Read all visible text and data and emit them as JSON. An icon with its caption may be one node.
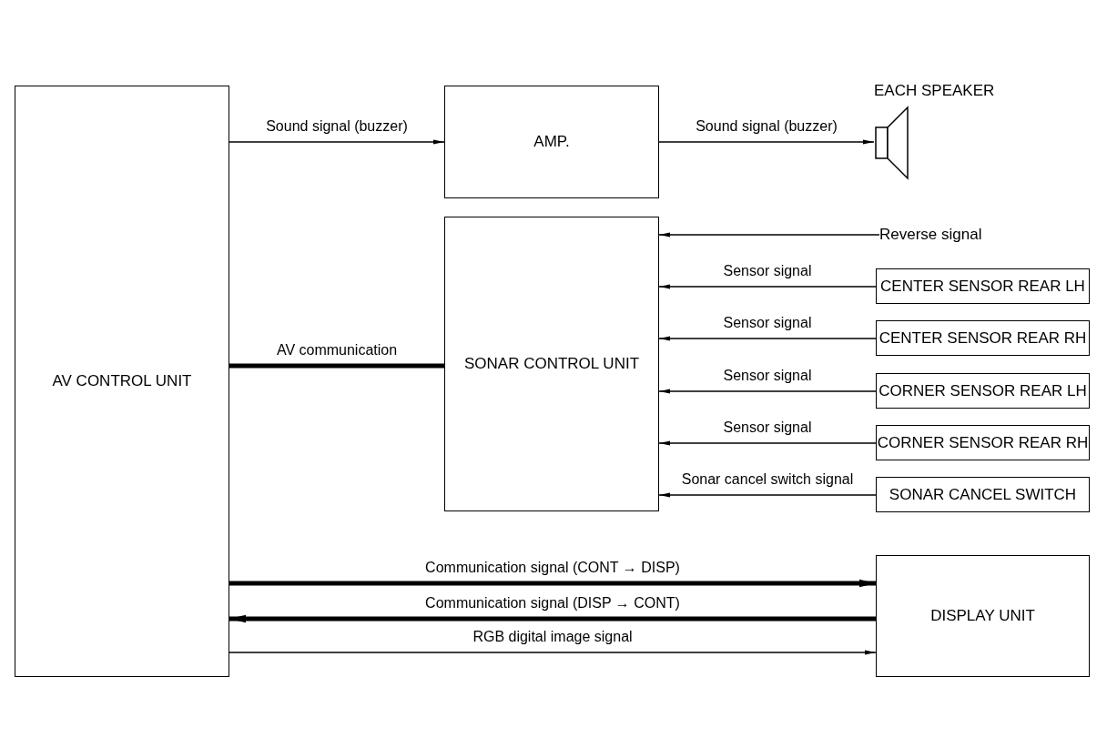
{
  "diagram": {
    "nodes": [
      {
        "text": [
          "AV CONTROL UNIT"
        ]
      },
      {
        "text": [
          "AMP."
        ]
      },
      {
        "text": [
          "EACH SPEAKER"
        ]
      },
      {
        "text": [
          "SONAR CONTROL UNIT"
        ]
      },
      {
        "text": [
          "Reverse signal"
        ]
      },
      {
        "text": [
          "CENTER SENSOR REAR LH"
        ]
      },
      {
        "text": [
          "CENTER SENSOR REAR RH"
        ]
      },
      {
        "text": [
          "CORNER SENSOR REAR LH"
        ]
      },
      {
        "text": [
          "CORNER SENSOR REAR RH"
        ]
      },
      {
        "text": [
          "SONAR CANCEL SWITCH"
        ]
      },
      {
        "text": [
          "DISPLAY UNIT"
        ]
      }
    ],
    "edges": [
      {
        "from": 0,
        "to": 1,
        "arrow": "to",
        "label": "Sound signal (buzzer)"
      },
      {
        "from": 1,
        "to": 2,
        "arrow": "to",
        "label": "Sound signal (buzzer)"
      },
      {
        "from": 4,
        "to": 3,
        "arrow": "to"
      },
      {
        "from": 5,
        "to": 3,
        "arrow": "to",
        "label": "Sensor signal"
      },
      {
        "from": 6,
        "to": 3,
        "arrow": "to",
        "label": "Sensor signal"
      },
      {
        "from": 7,
        "to": 3,
        "arrow": "to",
        "label": "Sensor signal"
      },
      {
        "from": 8,
        "to": 3,
        "arrow": "to",
        "label": "Sensor signal"
      },
      {
        "from": 9,
        "to": 3,
        "arrow": "to",
        "label": "Sonar cancel switch signal"
      },
      {
        "from": 0,
        "to": 3,
        "arrow": "none",
        "label": "AV communication",
        "style": "thick"
      },
      {
        "from": 0,
        "to": 10,
        "arrow": "to",
        "label": "Communication signal (CONT → DISP)",
        "style": "thick"
      },
      {
        "from": 10,
        "to": 0,
        "arrow": "to",
        "label": "Communication signal (DISP → CONT)",
        "style": "thick"
      },
      {
        "from": 0,
        "to": 10,
        "arrow": "to",
        "label": "RGB digital image signal"
      }
    ]
  }
}
